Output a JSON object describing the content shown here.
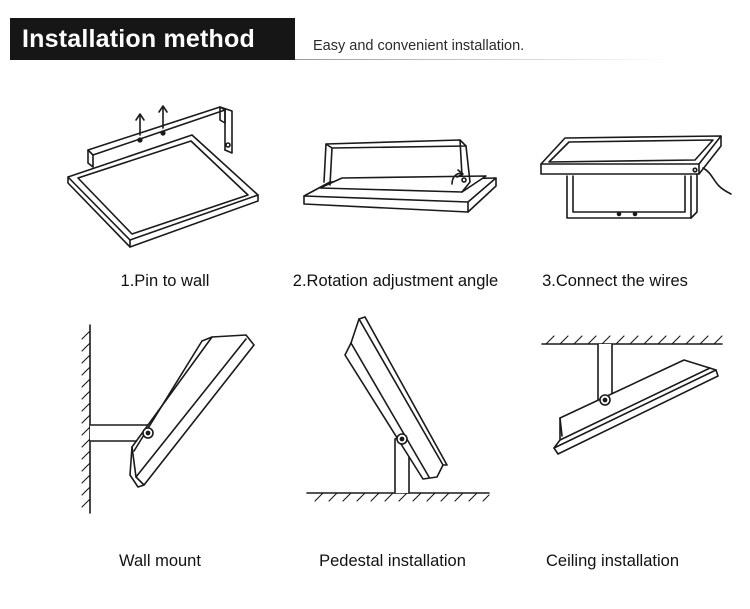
{
  "header": {
    "title": "Installation method",
    "subtitle": "Easy and convenient installation."
  },
  "steps": [
    {
      "label": "1.Pin to wall",
      "icon": "pin-to-wall-icon"
    },
    {
      "label": "2.Rotation adjustment angle",
      "icon": "rotation-adjust-icon"
    },
    {
      "label": "3.Connect the wires",
      "icon": "connect-wires-icon"
    },
    {
      "label": "Wall mount",
      "icon": "wall-mount-icon"
    },
    {
      "label": "Pedestal installation",
      "icon": "pedestal-install-icon"
    },
    {
      "label": "Ceiling installation",
      "icon": "ceiling-install-icon"
    }
  ]
}
